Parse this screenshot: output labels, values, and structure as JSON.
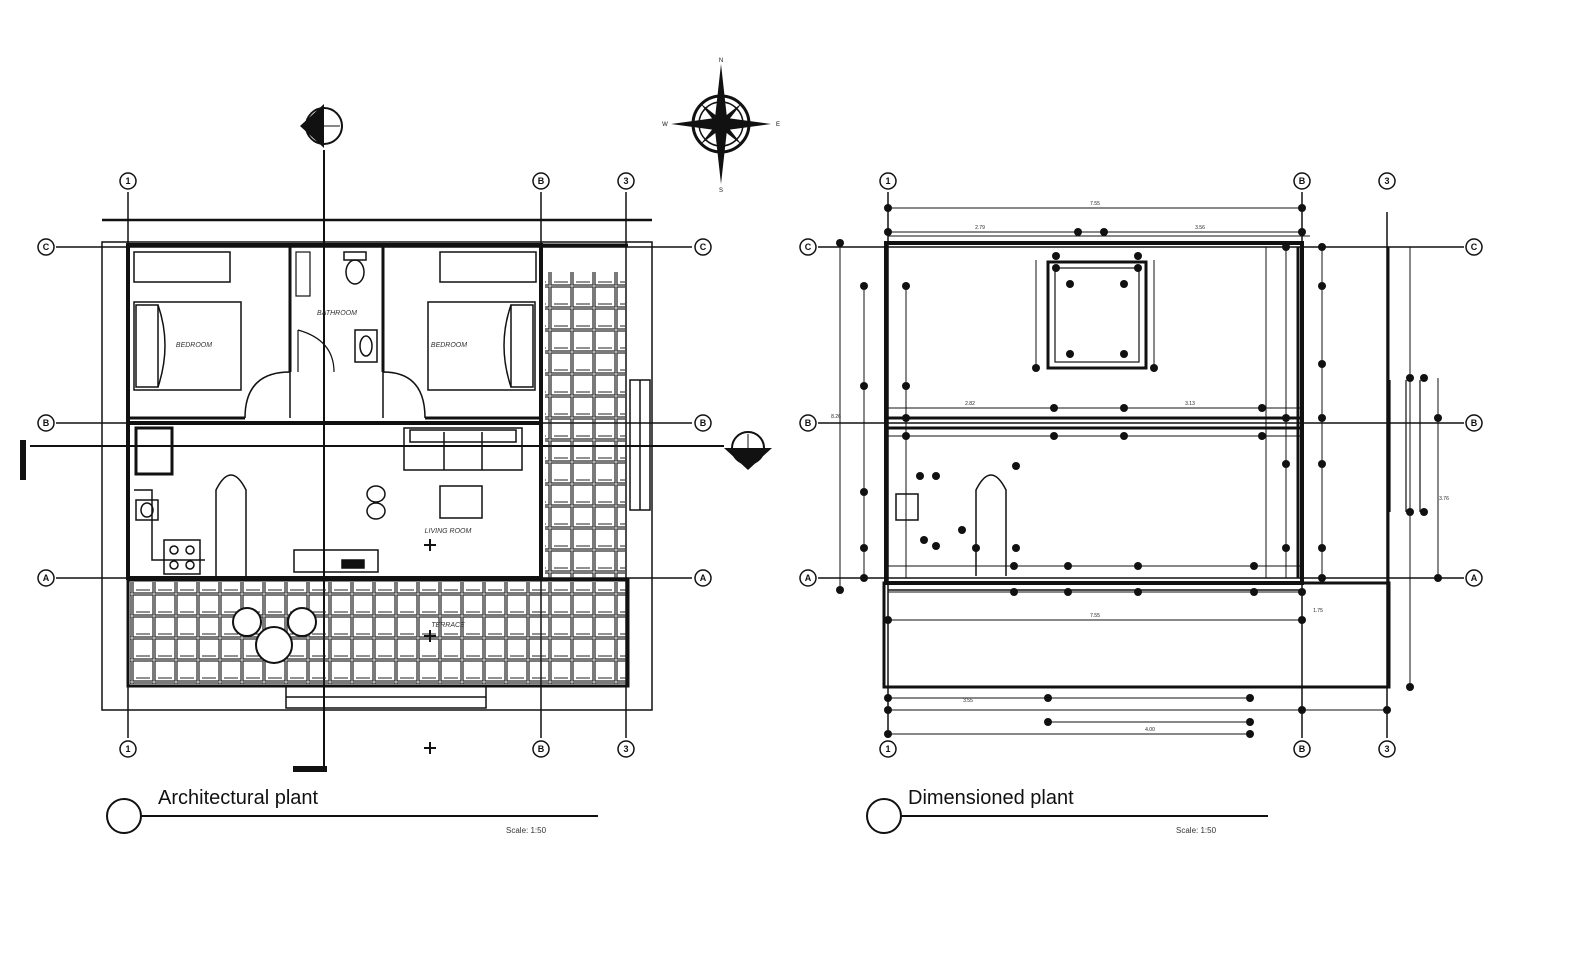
{
  "plans": [
    {
      "id": "architectural",
      "title": "Architectural plant",
      "scale": "Scale: 1:50",
      "rooms": {
        "bedroom_left": "BEDROOM",
        "bathroom": "BATHROOM",
        "bedroom_right": "BEDROOM",
        "living_room": "LIVING ROOM",
        "terrace": "TERRACE"
      }
    },
    {
      "id": "dimensioned",
      "title": "Dimensioned plant",
      "scale": "Scale: 1:50"
    }
  ],
  "grid_axes": {
    "columns": [
      "1",
      "B",
      "3"
    ],
    "rows": [
      "C",
      "B",
      "A"
    ]
  },
  "compass": {
    "north": "N",
    "south": "S",
    "east": "E",
    "west": "W"
  },
  "dimensions": {
    "overall_top": "7.55",
    "top_left": "2.79",
    "top_right": "3.56",
    "mid_left": "2.82",
    "mid_right": "3.13",
    "bottom_total": "7.55",
    "bottom_a": "3.55",
    "bottom_b": "4.00",
    "right_a": "1.75",
    "right_b": "3.76",
    "left_total": "8.26"
  },
  "colors": {
    "line": "#111111",
    "background": "#ffffff",
    "hatch": "#222222"
  }
}
